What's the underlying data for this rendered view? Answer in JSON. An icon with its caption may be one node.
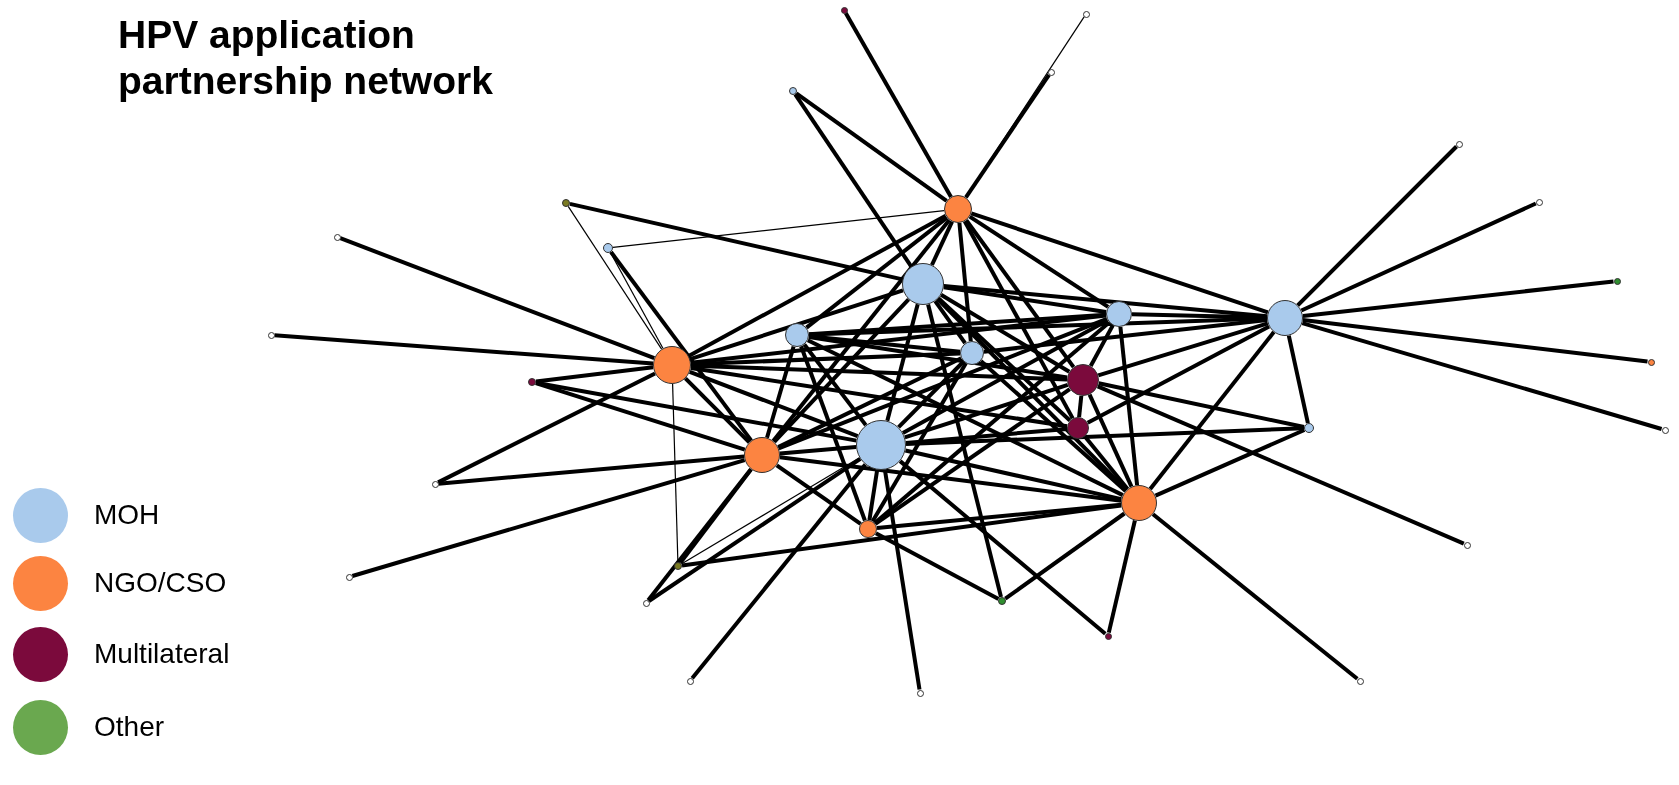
{
  "diagram": {
    "title": "HPV application partnership network",
    "nodes": [
      {
        "text": [],
        "shape": "circle"
      },
      {
        "text": [],
        "shape": "circle"
      },
      {
        "text": [],
        "shape": "circle"
      },
      {
        "text": [],
        "shape": "circle"
      },
      {
        "text": [],
        "shape": "circle"
      },
      {
        "text": [],
        "shape": "circle"
      },
      {
        "text": [],
        "shape": "circle"
      },
      {
        "text": [],
        "shape": "circle"
      },
      {
        "text": [],
        "shape": "circle"
      },
      {
        "text": [],
        "shape": "circle"
      },
      {
        "text": [],
        "shape": "circle"
      },
      {
        "text": [],
        "shape": "circle"
      },
      {
        "text": [],
        "shape": "circle"
      },
      {
        "text": [],
        "shape": "circle"
      },
      {
        "text": [],
        "shape": "circle"
      },
      {
        "text": [],
        "shape": "circle"
      },
      {
        "text": [],
        "shape": "circle"
      },
      {
        "text": [],
        "shape": "circle"
      },
      {
        "text": [],
        "shape": "circle"
      },
      {
        "text": [],
        "shape": "circle"
      },
      {
        "text": [],
        "shape": "circle"
      },
      {
        "text": [],
        "shape": "circle"
      },
      {
        "text": [],
        "shape": "circle"
      },
      {
        "text": [],
        "shape": "circle"
      },
      {
        "text": [],
        "shape": "circle"
      },
      {
        "text": [],
        "shape": "circle"
      },
      {
        "text": [],
        "shape": "circle"
      },
      {
        "text": [],
        "shape": "circle"
      },
      {
        "text": [],
        "shape": "circle"
      },
      {
        "text": [],
        "shape": "circle"
      },
      {
        "text": [],
        "shape": "circle"
      },
      {
        "text": [],
        "shape": "circle"
      },
      {
        "text": [],
        "shape": "circle"
      },
      {
        "text": [],
        "shape": "circle"
      },
      {
        "text": [],
        "shape": "circle"
      },
      {
        "text": [],
        "shape": "circle"
      },
      {
        "text": [],
        "shape": "circle"
      },
      {
        "text": [],
        "shape": "circle"
      }
    ],
    "edges": [
      {
        "from": 0,
        "to": 1,
        "arrow": "none"
      },
      {
        "from": 0,
        "to": 2,
        "arrow": "none"
      },
      {
        "from": 0,
        "to": 3,
        "arrow": "none"
      },
      {
        "from": 0,
        "to": 4,
        "arrow": "none"
      },
      {
        "from": 0,
        "to": 5,
        "arrow": "none"
      },
      {
        "from": 0,
        "to": 6,
        "arrow": "none"
      },
      {
        "from": 0,
        "to": 7,
        "arrow": "none"
      },
      {
        "from": 0,
        "to": 8,
        "arrow": "none"
      },
      {
        "from": 0,
        "to": 10,
        "arrow": "none"
      },
      {
        "from": 1,
        "to": 2,
        "arrow": "none"
      },
      {
        "from": 1,
        "to": 3,
        "arrow": "none"
      },
      {
        "from": 1,
        "to": 5,
        "arrow": "none"
      },
      {
        "from": 1,
        "to": 6,
        "arrow": "none"
      },
      {
        "from": 1,
        "to": 7,
        "arrow": "none"
      },
      {
        "from": 1,
        "to": 8,
        "arrow": "none"
      },
      {
        "from": 1,
        "to": 9,
        "arrow": "none"
      },
      {
        "from": 1,
        "to": 10,
        "arrow": "none"
      },
      {
        "from": 1,
        "to": 11,
        "arrow": "none"
      },
      {
        "from": 2,
        "to": 3,
        "arrow": "none"
      },
      {
        "from": 2,
        "to": 4,
        "arrow": "none"
      },
      {
        "from": 2,
        "to": 6,
        "arrow": "none"
      },
      {
        "from": 2,
        "to": 7,
        "arrow": "none"
      },
      {
        "from": 2,
        "to": 9,
        "arrow": "none"
      },
      {
        "from": 2,
        "to": 10,
        "arrow": "none"
      },
      {
        "from": 2,
        "to": 11,
        "arrow": "none"
      },
      {
        "from": 2,
        "to": 12,
        "arrow": "none"
      },
      {
        "from": 3,
        "to": 4,
        "arrow": "none"
      },
      {
        "from": 3,
        "to": 5,
        "arrow": "none"
      },
      {
        "from": 3,
        "to": 8,
        "arrow": "none"
      },
      {
        "from": 3,
        "to": 7,
        "arrow": "none"
      },
      {
        "from": 3,
        "to": 11,
        "arrow": "none"
      },
      {
        "from": 4,
        "to": 5,
        "arrow": "none"
      },
      {
        "from": 4,
        "to": 7,
        "arrow": "none"
      },
      {
        "from": 4,
        "to": 9,
        "arrow": "none"
      },
      {
        "from": 4,
        "to": 10,
        "arrow": "none"
      },
      {
        "from": 4,
        "to": 11,
        "arrow": "none"
      },
      {
        "from": 4,
        "to": 12,
        "arrow": "none"
      },
      {
        "from": 5,
        "to": 6,
        "arrow": "none"
      },
      {
        "from": 5,
        "to": 9,
        "arrow": "none"
      },
      {
        "from": 5,
        "to": 10,
        "arrow": "none"
      },
      {
        "from": 5,
        "to": 11,
        "arrow": "none"
      },
      {
        "from": 5,
        "to": 12,
        "arrow": "none"
      },
      {
        "from": 6,
        "to": 7,
        "arrow": "none"
      },
      {
        "from": 6,
        "to": 8,
        "arrow": "none"
      },
      {
        "from": 6,
        "to": 9,
        "arrow": "none"
      },
      {
        "from": 6,
        "to": 10,
        "arrow": "none"
      },
      {
        "from": 7,
        "to": 8,
        "arrow": "none"
      },
      {
        "from": 7,
        "to": 9,
        "arrow": "none"
      },
      {
        "from": 7,
        "to": 11,
        "arrow": "none"
      },
      {
        "from": 7,
        "to": 12,
        "arrow": "none"
      },
      {
        "from": 8,
        "to": 9,
        "arrow": "none"
      },
      {
        "from": 8,
        "to": 11,
        "arrow": "none"
      },
      {
        "from": 9,
        "to": 10,
        "arrow": "none"
      },
      {
        "from": 9,
        "to": 11,
        "arrow": "none"
      },
      {
        "from": 9,
        "to": 12,
        "arrow": "none"
      },
      {
        "from": 10,
        "to": 11,
        "arrow": "none"
      },
      {
        "from": 10,
        "to": 12,
        "arrow": "none"
      },
      {
        "from": 11,
        "to": 12,
        "arrow": "none"
      },
      {
        "from": 13,
        "to": 0,
        "arrow": "none"
      },
      {
        "from": 14,
        "to": 0,
        "arrow": "none"
      },
      {
        "from": 15,
        "to": 0,
        "arrow": "none"
      },
      {
        "from": 16,
        "to": 0,
        "arrow": "none"
      },
      {
        "from": 16,
        "to": 1,
        "arrow": "none"
      },
      {
        "from": 17,
        "to": 1,
        "arrow": "none"
      },
      {
        "from": 17,
        "to": 6,
        "arrow": "none"
      },
      {
        "from": 18,
        "to": 0,
        "arrow": "none"
      },
      {
        "from": 18,
        "to": 6,
        "arrow": "none"
      },
      {
        "from": 18,
        "to": 10,
        "arrow": "none"
      },
      {
        "from": 19,
        "to": 3,
        "arrow": "none"
      },
      {
        "from": 20,
        "to": 3,
        "arrow": "none"
      },
      {
        "from": 21,
        "to": 6,
        "arrow": "none"
      },
      {
        "from": 22,
        "to": 3,
        "arrow": "none"
      },
      {
        "from": 23,
        "to": 6,
        "arrow": "none"
      },
      {
        "from": 24,
        "to": 6,
        "arrow": "none"
      },
      {
        "from": 24,
        "to": 9,
        "arrow": "none"
      },
      {
        "from": 24,
        "to": 10,
        "arrow": "none"
      },
      {
        "from": 25,
        "to": 3,
        "arrow": "none"
      },
      {
        "from": 26,
        "to": 3,
        "arrow": "none"
      },
      {
        "from": 26,
        "to": 7,
        "arrow": "none"
      },
      {
        "from": 26,
        "to": 9,
        "arrow": "none"
      },
      {
        "from": 26,
        "to": 11,
        "arrow": "none"
      },
      {
        "from": 27,
        "to": 3,
        "arrow": "none"
      },
      {
        "from": 28,
        "to": 6,
        "arrow": "none"
      },
      {
        "from": 28,
        "to": 10,
        "arrow": "none"
      },
      {
        "from": 29,
        "to": 7,
        "arrow": "none"
      },
      {
        "from": 30,
        "to": 6,
        "arrow": "none"
      },
      {
        "from": 30,
        "to": 10,
        "arrow": "none"
      },
      {
        "from": 30,
        "to": 9,
        "arrow": "none"
      },
      {
        "from": 30,
        "to": 11,
        "arrow": "none"
      },
      {
        "from": 31,
        "to": 10,
        "arrow": "none"
      },
      {
        "from": 32,
        "to": 10,
        "arrow": "none"
      },
      {
        "from": 32,
        "to": 9,
        "arrow": "none"
      },
      {
        "from": 33,
        "to": 12,
        "arrow": "none"
      },
      {
        "from": 33,
        "to": 1,
        "arrow": "none"
      },
      {
        "from": 33,
        "to": 11,
        "arrow": "none"
      },
      {
        "from": 34,
        "to": 9,
        "arrow": "none"
      },
      {
        "from": 34,
        "to": 11,
        "arrow": "none"
      },
      {
        "from": 35,
        "to": 9,
        "arrow": "none"
      },
      {
        "from": 36,
        "to": 9,
        "arrow": "none"
      },
      {
        "from": 37,
        "to": 11,
        "arrow": "none"
      }
    ],
    "legend": [
      {
        "text": "MOH",
        "color": "#a9caec"
      },
      {
        "text": "NGO/CSO",
        "color": "#fc8441"
      },
      {
        "text": "Multilateral",
        "color": "#7b0a3c"
      },
      {
        "text": "Other",
        "color": "#6aa84f"
      }
    ]
  }
}
